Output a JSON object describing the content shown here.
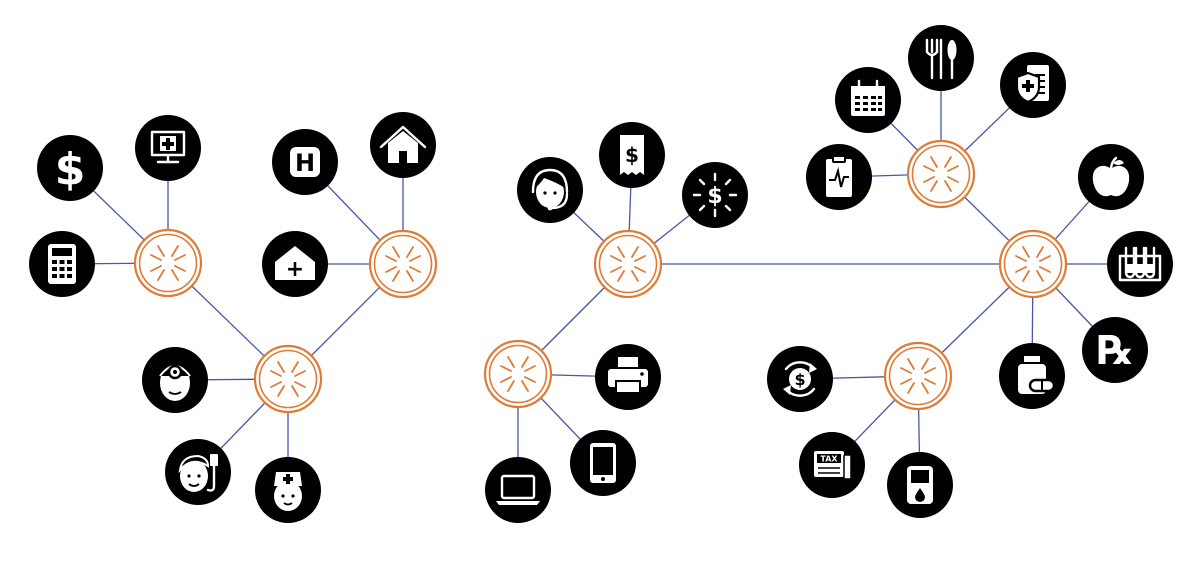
{
  "colors": {
    "background": "#ffffff",
    "hub_stroke": "#e07b35",
    "connector": "#4857a6",
    "icon_bg": "#000000",
    "icon_fg": "#ffffff"
  },
  "hubs": [
    "hub-1",
    "hub-2",
    "hub-3",
    "hub-4",
    "hub-5",
    "hub-6",
    "hub-7",
    "hub-8"
  ],
  "icons": {
    "dollar": {
      "name": "dollar-sign-icon",
      "glyph": "$"
    },
    "monitor": {
      "name": "medical-monitor-icon"
    },
    "calculator": {
      "name": "calculator-icon"
    },
    "hospital": {
      "name": "hospital-sign-icon",
      "glyph": "H"
    },
    "home": {
      "name": "home-icon"
    },
    "home_health": {
      "name": "home-health-icon",
      "glyph": "+"
    },
    "doctor": {
      "name": "doctor-icon"
    },
    "patient": {
      "name": "patient-iv-icon"
    },
    "nurse": {
      "name": "nurse-icon"
    },
    "support": {
      "name": "customer-support-icon"
    },
    "invoice": {
      "name": "invoice-icon",
      "glyph": "$"
    },
    "cost": {
      "name": "cost-burst-icon",
      "glyph": "$"
    },
    "printer": {
      "name": "printer-icon"
    },
    "tablet": {
      "name": "tablet-icon"
    },
    "laptop": {
      "name": "laptop-icon"
    },
    "calendar": {
      "name": "calendar-icon"
    },
    "dining": {
      "name": "dining-utensils-icon"
    },
    "insurance": {
      "name": "insurance-document-icon"
    },
    "vitals": {
      "name": "vitals-clipboard-icon"
    },
    "apple": {
      "name": "apple-icon"
    },
    "test_tubes": {
      "name": "test-tubes-icon"
    },
    "rx": {
      "name": "prescription-icon",
      "glyph": "℞"
    },
    "medicine": {
      "name": "medicine-bottle-icon"
    },
    "refund": {
      "name": "dollar-cycle-icon",
      "glyph": "$"
    },
    "tax": {
      "name": "tax-form-icon",
      "label": "TAX"
    },
    "glucose": {
      "name": "glucose-meter-icon"
    }
  }
}
